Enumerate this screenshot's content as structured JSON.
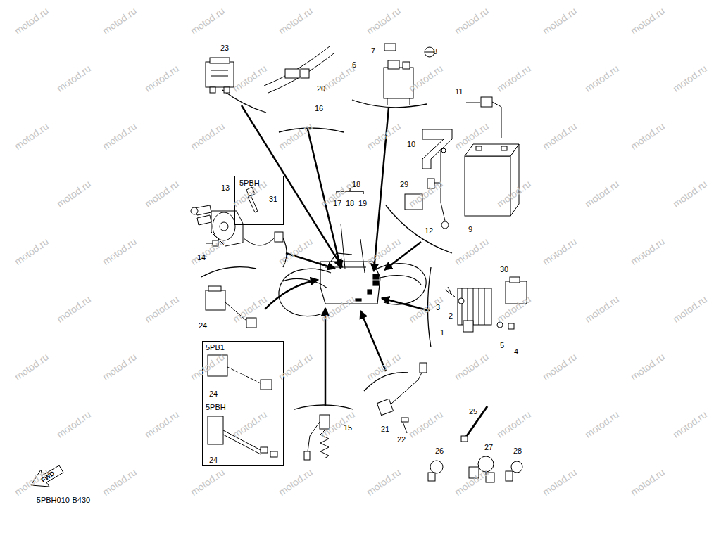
{
  "diagram": {
    "nodes": [
      {
        "text": [
          "5PBH",
          "31"
        ]
      },
      {
        "text": [
          "5PB1",
          "24"
        ]
      },
      {
        "text": [
          "5PBH",
          "24"
        ]
      }
    ],
    "labels": [
      "23",
      "20",
      "16",
      "7",
      "8",
      "6",
      "11",
      "10",
      "29",
      "12",
      "9",
      "18",
      "17",
      "18",
      "19",
      "13",
      "14",
      "30",
      "3",
      "2",
      "1",
      "5",
      "4",
      "24",
      "15",
      "21",
      "22",
      "25",
      "26",
      "27",
      "28",
      "FWD",
      "5PBH010-B430",
      "motod.ru",
      "motod.ru",
      "motod.ru",
      "motod.ru",
      "motod.ru",
      "motod.ru",
      "motod.ru",
      "motod.ru",
      "motod.ru",
      "motod.ru",
      "motod.ru",
      "motod.ru",
      "motod.ru",
      "motod.ru",
      "motod.ru",
      "motod.ru",
      "motod.ru",
      "motod.ru",
      "motod.ru",
      "motod.ru",
      "motod.ru",
      "motod.ru",
      "motod.ru",
      "motod.ru",
      "motod.ru",
      "motod.ru",
      "motod.ru",
      "motod.ru",
      "motod.ru",
      "motod.ru",
      "motod.ru",
      "motod.ru",
      "motod.ru",
      "motod.ru",
      "motod.ru",
      "motod.ru",
      "motod.ru",
      "motod.ru",
      "motod.ru",
      "motod.ru",
      "motod.ru",
      "motod.ru",
      "motod.ru",
      "motod.ru",
      "motod.ru",
      "motod.ru",
      "motod.ru",
      "motod.ru",
      "motod.ru",
      "motod.ru",
      "motod.ru",
      "motod.ru",
      "motod.ru",
      "motod.ru",
      "motod.ru",
      "motod.ru",
      "motod.ru",
      "motod.ru",
      "motod.ru",
      "motod.ru",
      "motod.ru",
      "motod.ru",
      "motod.ru",
      "motod.ru",
      "motod.ru",
      "motod.ru",
      "motod.ru",
      "motod.ru",
      "motod.ru",
      "motod.ru",
      "motod.ru",
      "motod.ru"
    ]
  }
}
